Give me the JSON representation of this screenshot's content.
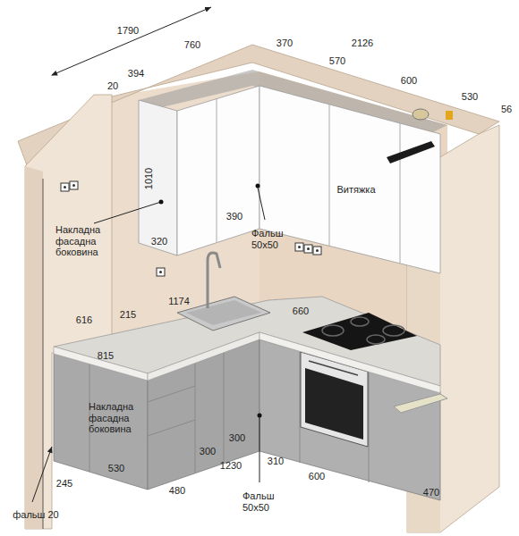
{
  "diagram": {
    "labels": [
      "1790",
      "760",
      "20",
      "394",
      "370",
      "2126",
      "570",
      "600",
      "530",
      "56",
      "1010",
      "Витяжка",
      "Накладна фасадна боковина",
      "390",
      "320",
      "Фальш 50х50",
      "1174",
      "616",
      "215",
      "660",
      "815",
      "Накладна фасадна боковина",
      "300",
      "300",
      "530",
      "1230",
      "310",
      "600",
      "245",
      "480",
      "Фальш 50х50",
      "470",
      "фальш 20"
    ]
  }
}
